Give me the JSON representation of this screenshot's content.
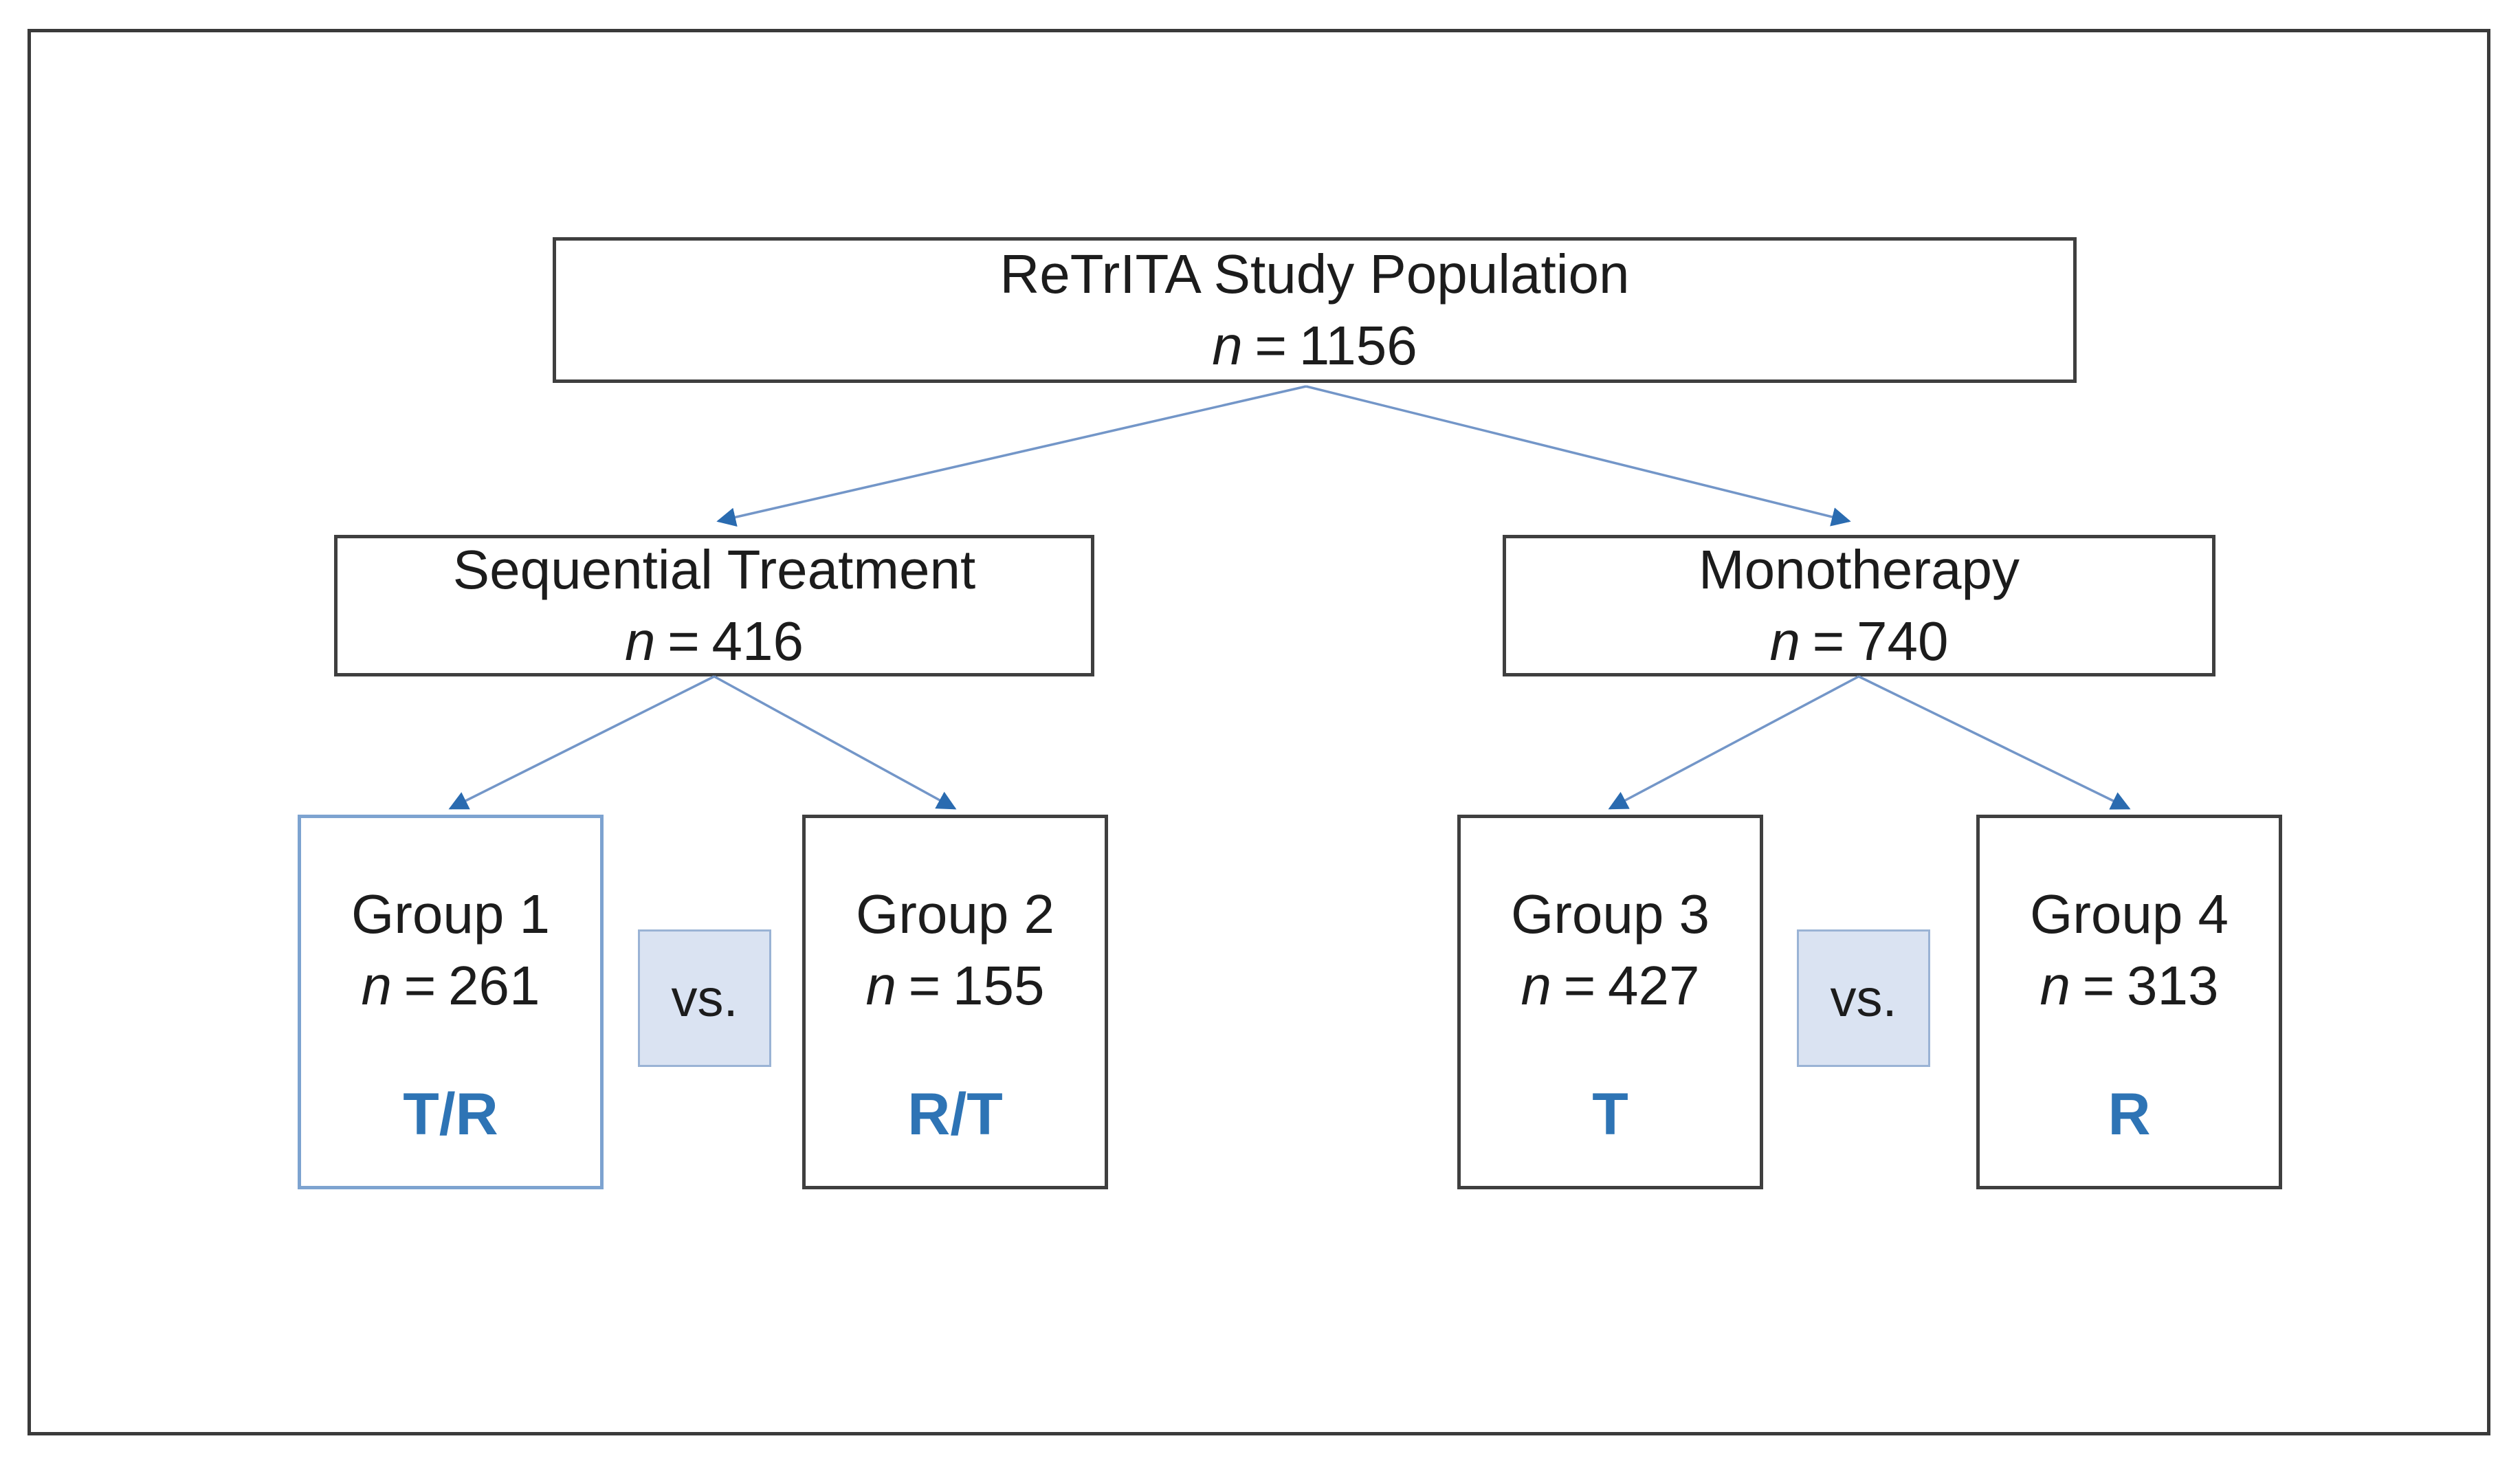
{
  "diagram": {
    "nodes": {
      "root": {
        "label": "ReTrITA Study Population",
        "n": "1156"
      },
      "left": {
        "label": "Sequential Treatment",
        "n": "416"
      },
      "right": {
        "label": "Monotherapy",
        "n": "740"
      },
      "group1": {
        "label": "Group 1",
        "n": "261",
        "arm": "T/R"
      },
      "group2": {
        "label": "Group 2",
        "n": "155",
        "arm": "R/T"
      },
      "group3": {
        "label": "Group 3",
        "n": "427",
        "arm": "T"
      },
      "group4": {
        "label": "Group 4",
        "n": "313",
        "arm": "R"
      }
    },
    "n_symbol": "n",
    "equals_sign": "=",
    "vs_label": "vs."
  },
  "colors": {
    "frame": "#3a3a3a",
    "border": "#3f3f3f",
    "g1border": "#7da3d0",
    "accent": "#2e74b5",
    "line": "#7396c8",
    "head": "#2a6bb0",
    "vsfill": "#dae3f2",
    "vsborder": "#9ab3d5"
  }
}
